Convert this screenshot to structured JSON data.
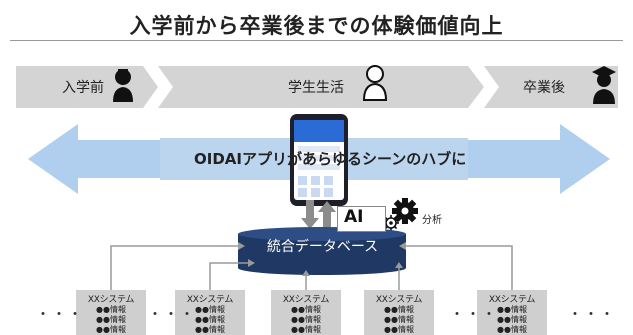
{
  "title": "入学前から卒業後までの体験価値向上",
  "stages": [
    {
      "label": "入学前"
    },
    {
      "label": "学生生活"
    },
    {
      "label": "卒業後"
    }
  ],
  "banner": {
    "label": "OIDAIアプリがあらゆるシーンのハブに"
  },
  "database": {
    "label": "統合データベース"
  },
  "ai": {
    "label": "AI",
    "analysis_label": "分析"
  },
  "systems": [
    {
      "title": "XXシステム",
      "items": [
        "●●情報",
        "●●情報",
        "●●情報"
      ]
    },
    {
      "title": "XXシステム",
      "items": [
        "●●情報",
        "●●情報",
        "●●情報"
      ]
    },
    {
      "title": "XXシステム",
      "items": [
        "●●情報",
        "●●情報",
        "●●情報"
      ]
    },
    {
      "title": "XXシステム",
      "items": [
        "●●情報",
        "●●情報",
        "●●情報"
      ]
    },
    {
      "title": "XXシステム",
      "items": [
        "●●情報",
        "●●情報",
        "●●情報"
      ]
    }
  ],
  "ellipsis": "・・・",
  "colors": {
    "stage_fill": "#d4d4d4",
    "banner_fill": "#bcd5ee",
    "arrow_fill": "#a7c9ec",
    "database_fill": "#1f3864",
    "system_fill": "#cfcfcf",
    "connector_gray": "#9a9a9a"
  }
}
